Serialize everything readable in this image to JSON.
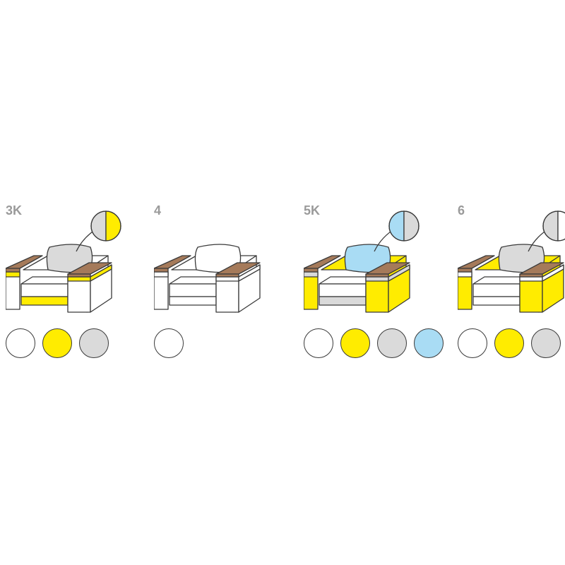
{
  "colors": {
    "white": "#ffffff",
    "yellow": "#ffec00",
    "gray": "#dadada",
    "blue": "#a9dcf4",
    "wood": "#a57a5a",
    "outline": "#3a3a3a"
  },
  "variants": [
    {
      "label": "3K",
      "split": [
        "gray",
        "yellow"
      ],
      "cushion": "gray",
      "body": "white",
      "outer_sides": "white",
      "trim": "yellow",
      "base": "yellow",
      "swatches": [
        "white",
        "yellow",
        "gray"
      ]
    },
    {
      "label": "4",
      "split": null,
      "cushion": "white",
      "body": "white",
      "outer_sides": "white",
      "trim": "white",
      "base": "white",
      "swatches": [
        "white"
      ]
    },
    {
      "label": "5K",
      "split": [
        "blue",
        "gray"
      ],
      "cushion": "blue",
      "body": "yellow",
      "outer_sides": "yellow",
      "trim": "gray",
      "base": "gray",
      "swatches": [
        "white",
        "yellow",
        "gray",
        "blue"
      ]
    },
    {
      "label": "6",
      "split": [
        "gray",
        "white"
      ],
      "cushion": "gray",
      "body": "yellow",
      "outer_sides": "yellow",
      "trim": "white",
      "base": "white",
      "swatches": [
        "white",
        "yellow",
        "gray"
      ]
    }
  ]
}
